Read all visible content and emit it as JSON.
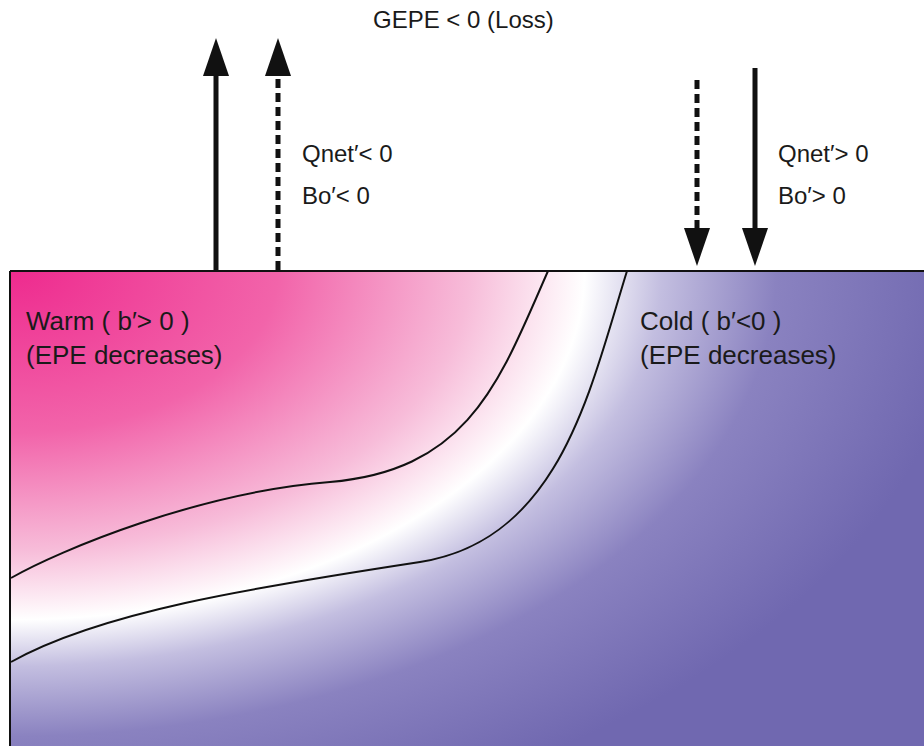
{
  "diagram": {
    "title": "GEPE < 0 (Loss)",
    "nodes": [
      {
        "text": [
          "Warm ( b′> 0 )",
          "(EPE decreases)"
        ]
      },
      {
        "text": [
          "Cold ( b′<0 )",
          "(EPE decreases)"
        ]
      }
    ],
    "labels": [
      "Qnet′< 0",
      "Bo′< 0",
      "Qnet′> 0",
      "Bo′> 0"
    ]
  }
}
